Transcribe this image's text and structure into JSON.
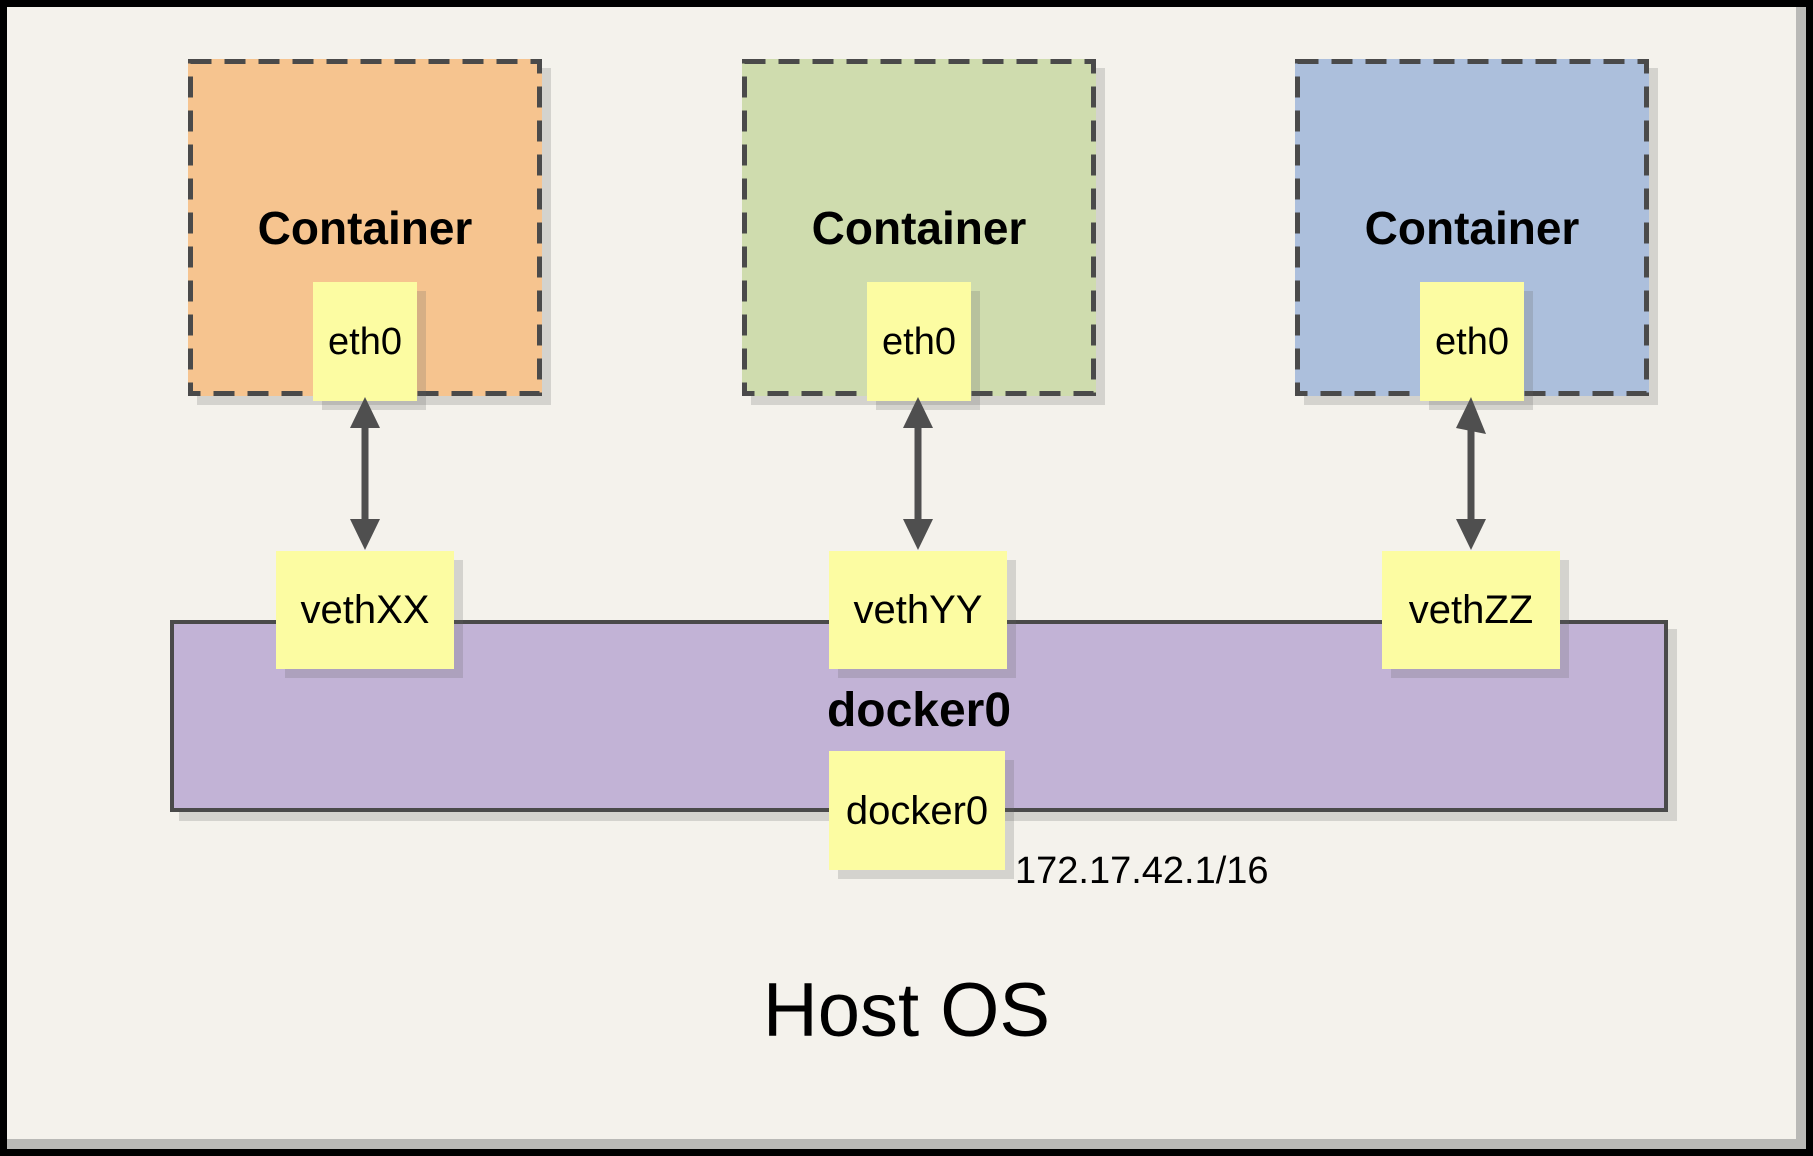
{
  "diagram": {
    "host": {
      "label": "Host OS"
    },
    "containers": [
      {
        "label": "Container",
        "interface": "eth0",
        "veth": "vethXX",
        "fill": "#F6C48F"
      },
      {
        "label": "Container",
        "interface": "eth0",
        "veth": "vethYY",
        "fill": "#CFDCAE"
      },
      {
        "label": "Container",
        "interface": "eth0",
        "veth": "vethZZ",
        "fill": "#ACBFDC"
      }
    ],
    "bridge": {
      "label": "docker0",
      "interface": "docker0",
      "ip": "172.17.42.1/16",
      "fill": "#C2B3D6",
      "border": "#4A4A4A"
    },
    "colors": {
      "background": "#F4F2EC",
      "frame_border": "#000000",
      "edge_shadow": "#B9B9B6",
      "node_yellow": "#FCFCA2",
      "dashed_border": "#4A4A4A",
      "arrow": "#4F4F4F"
    }
  }
}
